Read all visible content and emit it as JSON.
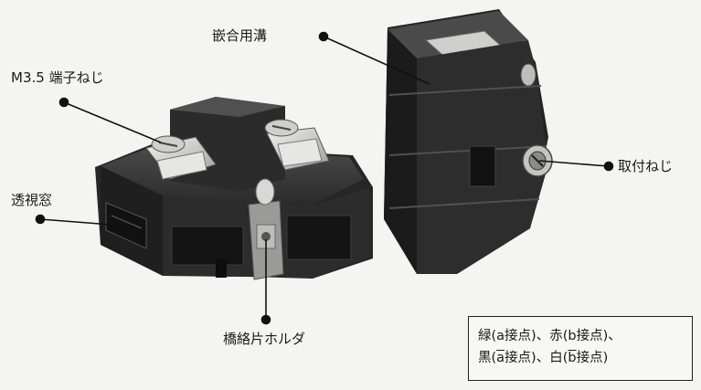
{
  "labels": {
    "groove": "嵌合用溝",
    "terminal_screw": "M3.5 端子ねじ",
    "window": "透視窓",
    "mount_screw": "取付ねじ",
    "holder": "橋絡片ホルダ"
  },
  "legend": {
    "line1": {
      "green": "緑",
      "a_contact": "(a接点)",
      "sep": "、",
      "red": "赤",
      "b_contact": "(b接点)",
      "end": "、"
    },
    "line2": {
      "black": "黒",
      "open": "(",
      "a_bar": "a",
      "a_rest": "接点)",
      "sep": "、",
      "white": "白",
      "open2": "(",
      "b_bar": "b",
      "b_rest": "接点)"
    }
  }
}
